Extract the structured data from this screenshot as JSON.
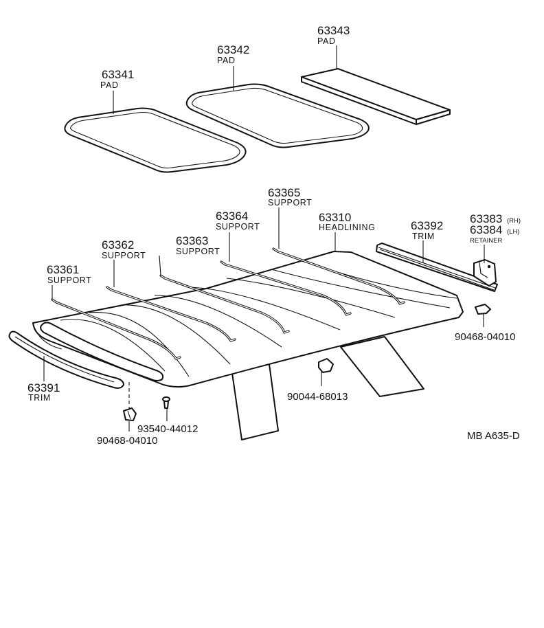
{
  "labels": {
    "pad1_num": "63341",
    "pad1_name": "PAD",
    "pad2_num": "63342",
    "pad2_name": "PAD",
    "pad3_num": "63343",
    "pad3_name": "PAD",
    "support1_num": "63361",
    "support1_name": "SUPPORT",
    "support2_num": "63362",
    "support2_name": "SUPPORT",
    "support3_num": "63363",
    "support3_name": "SUPPORT",
    "support4_num": "63364",
    "support4_name": "SUPPORT",
    "support5_num": "63365",
    "support5_name": "SUPPORT",
    "headlining_num": "63310",
    "headlining_name": "HEADLINING",
    "trim_rear_num": "63392",
    "trim_rear_name": "TRIM",
    "retainer_rh_num": "63383",
    "retainer_rh_side": "(RH)",
    "retainer_lh_num": "63384",
    "retainer_lh_side": "(LH)",
    "retainer_name": "RETAINER",
    "clip_right_num": "90468-04010",
    "clip_center_num": "90044-68013",
    "trim_front_num": "63391",
    "trim_front_name": "TRIM",
    "screw_num": "93540-44012",
    "clip_left_num": "90468-04010",
    "drawing_code": "MB  A635-D"
  }
}
